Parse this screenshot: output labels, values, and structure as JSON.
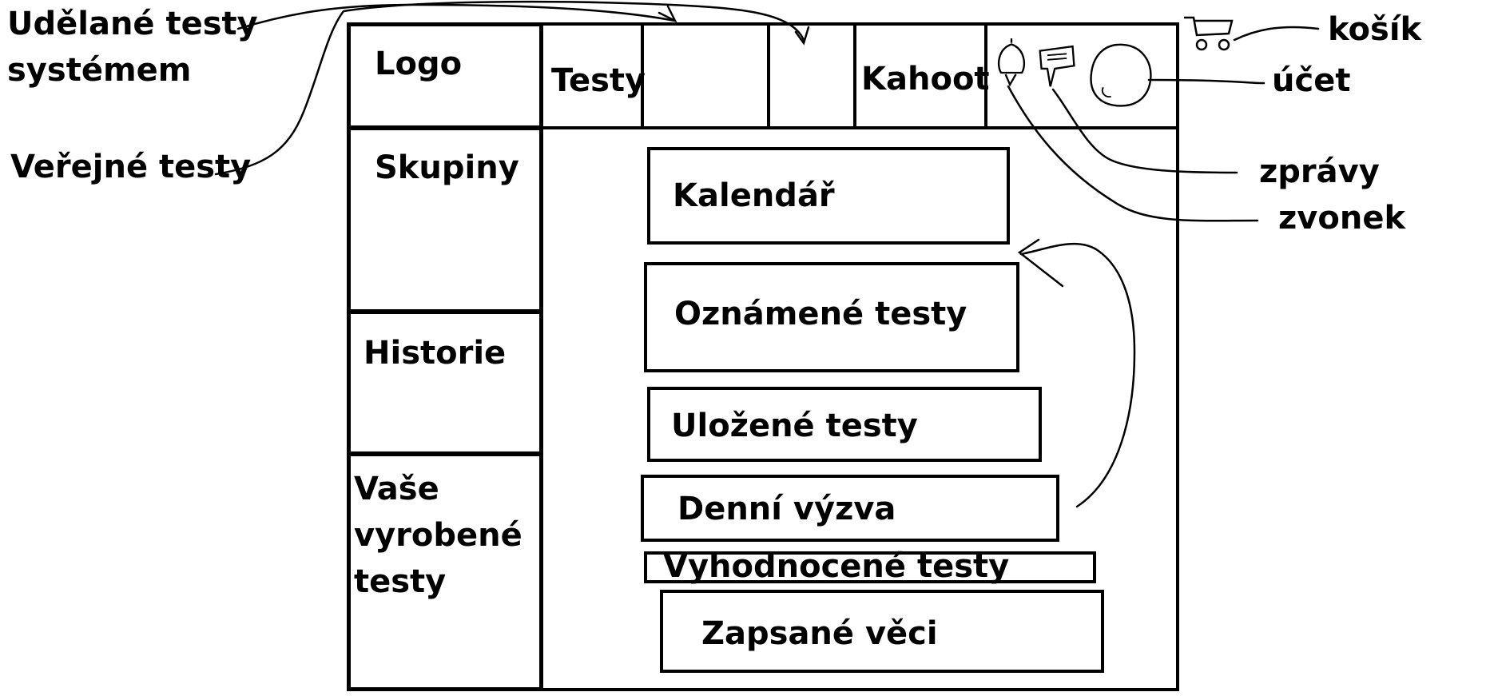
{
  "header": {
    "logo": "Logo",
    "nav_testy": "Testy",
    "nav_kahoot": "Kahoot"
  },
  "sidebar": {
    "items": [
      {
        "label": "Skupiny"
      },
      {
        "label": "Historie"
      },
      {
        "label": "Vaše vyrobené\ntesty"
      }
    ]
  },
  "main": {
    "cards": [
      {
        "label": "Kalendář"
      },
      {
        "label": "Oznámené testy"
      },
      {
        "label": "Uložené testy"
      },
      {
        "label": "Denní výzva"
      },
      {
        "label": "Vyhodnocené testy"
      },
      {
        "label": "Zapsané věci"
      }
    ]
  },
  "annotations": {
    "udelane_testy": "Udělané testy\nsystémem",
    "verejne_testy": "Veřejné testy",
    "kosik": "košík",
    "ucet": "účet",
    "zpravy": "zprávy",
    "zvonek": "zvonek"
  },
  "icons": {
    "bell": "bell-icon",
    "messages": "chat-bubble-icon",
    "account": "avatar-icon",
    "cart": "cart-icon"
  }
}
